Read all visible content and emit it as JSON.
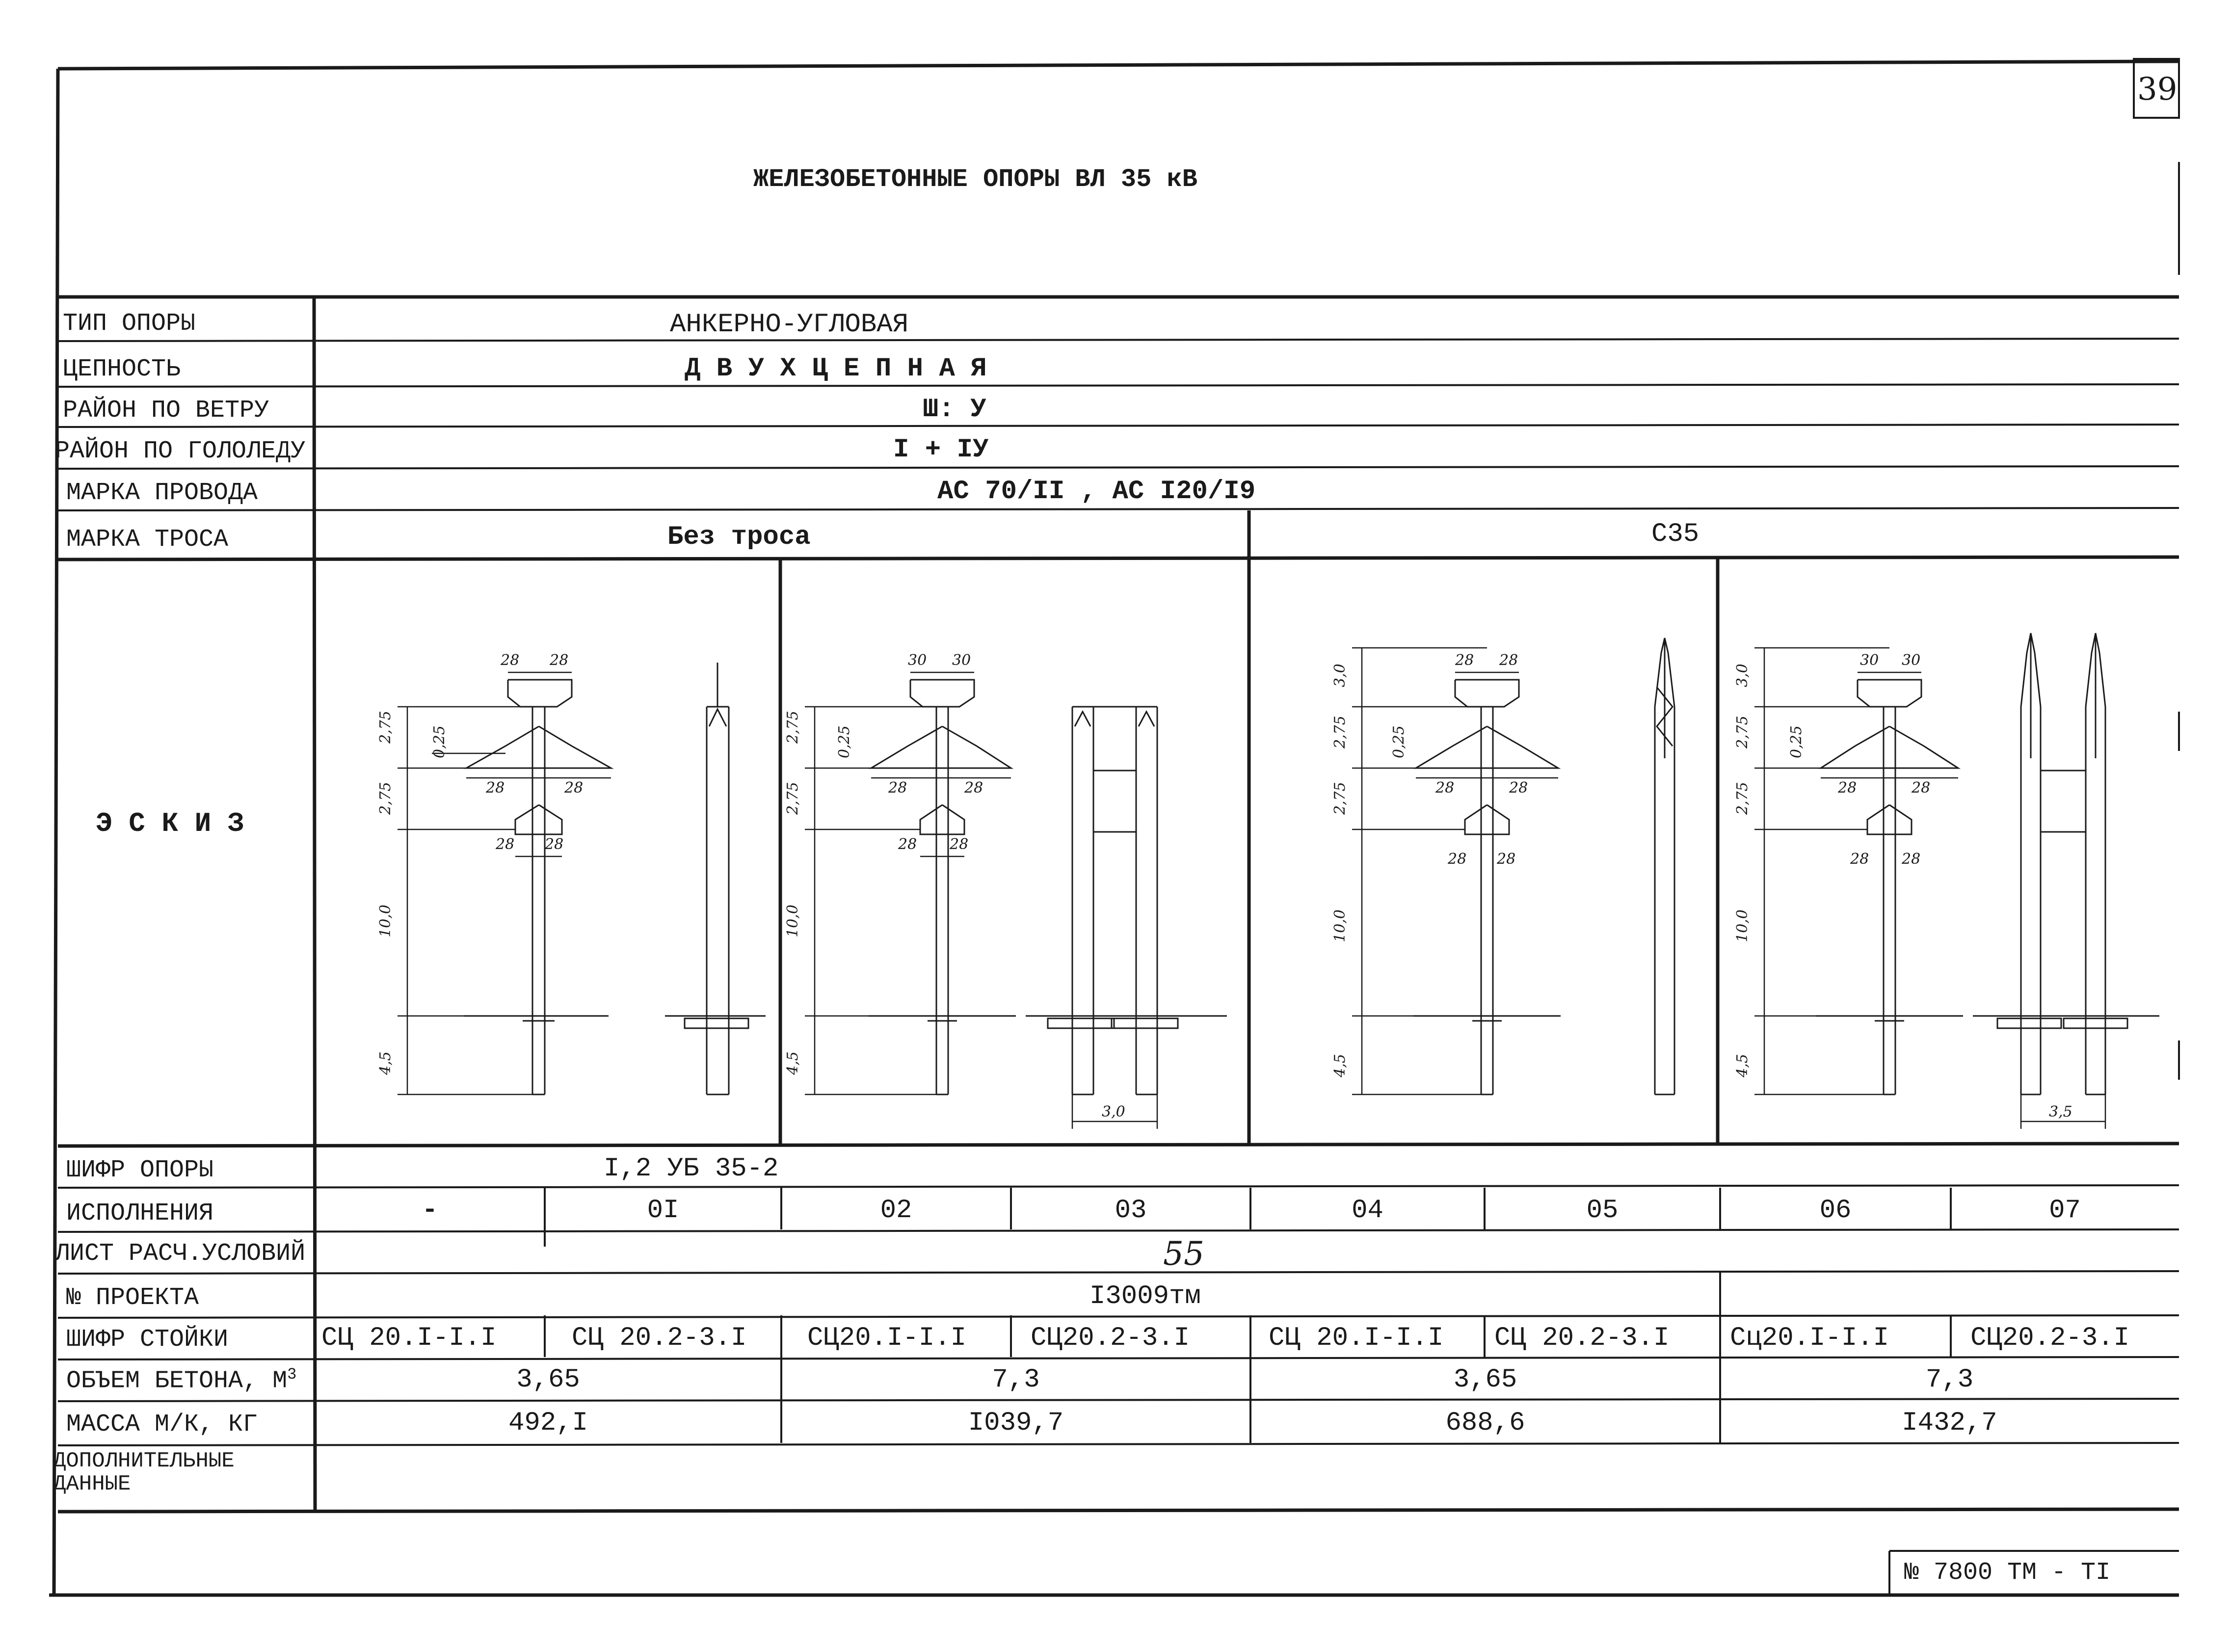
{
  "sheet_number": "39",
  "title": "ЖЕЛЕЗОБЕТОННЫЕ ОПОРЫ ВЛ 35 кВ",
  "rows": {
    "support_type": {
      "label": "ТИП ОПОРЫ",
      "value": "АНКЕРНО-УГЛОВАЯ"
    },
    "circuits": {
      "label": "ЦЕПНОСТЬ",
      "value": "Д В У Х Ц Е П Н А Я"
    },
    "wind_region": {
      "label": "РАЙОН ПО ВЕТРУ",
      "value": "Ш: У"
    },
    "ice_region": {
      "label": "РАЙОН ПО ГОЛОЛЕДУ",
      "value": "I + IУ"
    },
    "wire_grade": {
      "label": "МАРКА ПРОВОДА",
      "value": "АС 70/II , АС I20/I9"
    },
    "cable_grade": {
      "label": "МАРКА ТРОСА",
      "values": [
        "Без троса",
        "С35"
      ]
    },
    "sketch": {
      "label": "Э С К И З"
    },
    "support_code": {
      "label": "ШИФР ОПОРЫ",
      "value": "I,2 УБ 35-2"
    },
    "versions": {
      "label": "ИСПОЛНЕНИЯ",
      "values": [
        "-",
        "0I",
        "02",
        "03",
        "04",
        "05",
        "06",
        "07"
      ]
    },
    "calc_sheet": {
      "label": "ЛИСТ РАСЧ.УСЛОВИЙ",
      "value": "55"
    },
    "project_no": {
      "label": "№ ПРОЕКТА",
      "value": "I3009тм"
    },
    "rack_code": {
      "label": "ШИФР СТОЙКИ",
      "values": [
        "СЦ 20.I-I.I",
        "СЦ 20.2-3.I",
        "СЦ20.I-I.I",
        "СЦ20.2-3.I",
        "СЦ 20.I-I.I",
        "СЦ 20.2-3.I",
        "Сц20.I-I.I",
        "СЦ20.2-3.I"
      ]
    },
    "concrete_volume": {
      "label": "ОБЪЕМ БЕТОНА, М",
      "label_sup": "3",
      "values": [
        "3,65",
        "7,3",
        "3,65",
        "7,3"
      ]
    },
    "mass": {
      "label": "МАССА М/К, КГ",
      "values": [
        "492,I",
        "I039,7",
        "688,6",
        "I432,7"
      ]
    },
    "extra": {
      "label_line1": "ДОПОЛНИТЕЛЬНЫЕ",
      "label_line2": "ДАННЫЕ"
    }
  },
  "sketch_dims": {
    "s1": {
      "top_l": "28",
      "top_r": "28",
      "h1": "2,75",
      "h2": "0,25",
      "h3": "2,75",
      "h4": "10,0",
      "h5": "4,5",
      "mid_l": "28",
      "mid_r": "28",
      "low_l": "28",
      "low_r": "28"
    },
    "s2": {
      "top_l": "30",
      "top_r": "30",
      "h1": "2,75",
      "h2": "0,25",
      "h3": "2,75",
      "h4": "10,0",
      "h5": "4,5",
      "mid_l": "28",
      "mid_r": "28",
      "low_l": "28",
      "low_r": "28",
      "base": "3,0"
    },
    "s3": {
      "top_l": "28",
      "top_r": "28",
      "h0": "3,0",
      "h1": "2,75",
      "h2": "0,25",
      "h3": "2,75",
      "h4": "10,0",
      "h5": "4,5",
      "mid_l": "28",
      "mid_r": "28",
      "low_l": "28",
      "low_r": "28"
    },
    "s4": {
      "top_l": "30",
      "top_r": "30",
      "h0": "3,0",
      "h1": "2,75",
      "h2": "0,25",
      "h3": "2,75",
      "h4": "10,0",
      "h5": "4,5",
      "mid_l": "28",
      "mid_r": "28",
      "low_l": "28",
      "low_r": "28",
      "base": "3,5"
    }
  },
  "stamp": "№ 7800 ТМ - ТI"
}
